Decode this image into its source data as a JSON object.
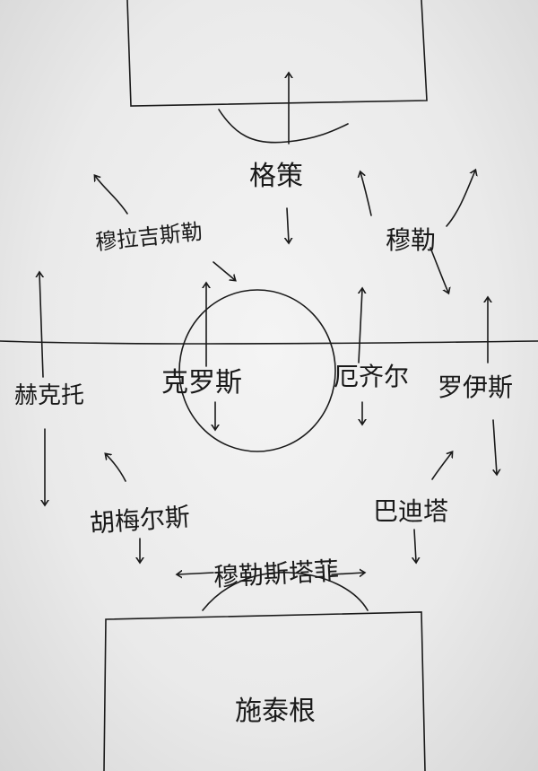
{
  "players": {
    "top_center": "格策",
    "top_left": "穆拉吉斯勒",
    "top_right": "穆勒",
    "mid_far_left": "赫克托",
    "mid_left": "克罗斯",
    "mid_right": "厄齐尔",
    "mid_far_right": "罗伊斯",
    "low_left": "胡梅尔斯",
    "low_right": "巴迪塔",
    "bottom_center": "穆勒斯塔菲",
    "keeper": "施泰根"
  },
  "colors": {
    "ink": "#1a1a1a",
    "paper": "#eeeeee"
  }
}
